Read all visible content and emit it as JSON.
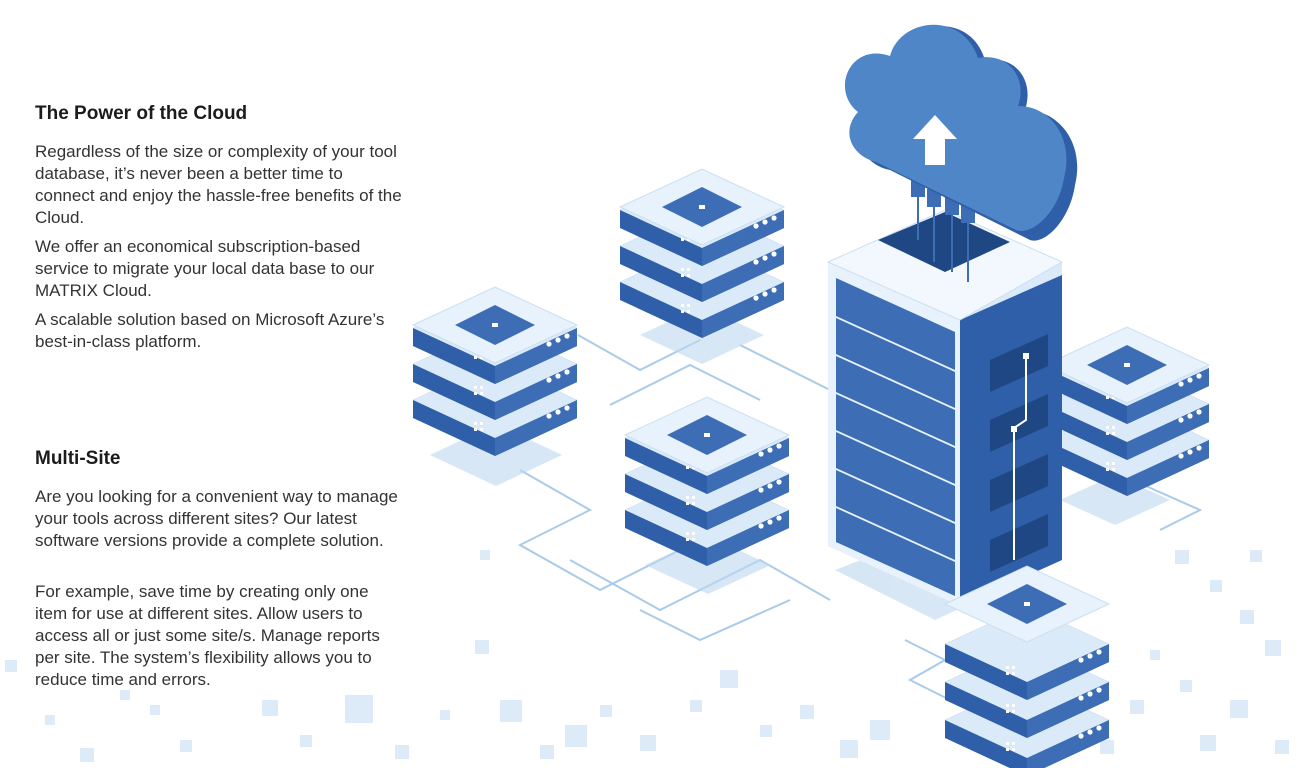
{
  "sections": [
    {
      "title": "The Power of the Cloud",
      "paragraphs": [
        "Regardless of the size or complexity of your tool database, it’s never been a better time to connect and enjoy the hassle-free benefits of the Cloud.",
        "We offer an economical subscription-based service to migrate your local data base to our MATRIX Cloud.",
        "A scalable solution based on Microsoft Azure’s best-in-class platform."
      ]
    },
    {
      "title": "Multi-Site",
      "paragraphs": [
        "Are you looking for a convenient way to manage your tools across different sites? Our latest software versions provide a complete solution.",
        "For example, save time by creating only one item for use at different sites. Allow users to access all or just some site/s. Manage reports per site. The system’s flexibility allows you to reduce time and errors."
      ]
    }
  ],
  "illustration": {
    "icon": "cloud-upload-icon",
    "colors": {
      "primary": "#2f5fa8",
      "mid": "#4f86c8",
      "light": "#dbeaf8",
      "line": "#9cc4e6"
    }
  }
}
